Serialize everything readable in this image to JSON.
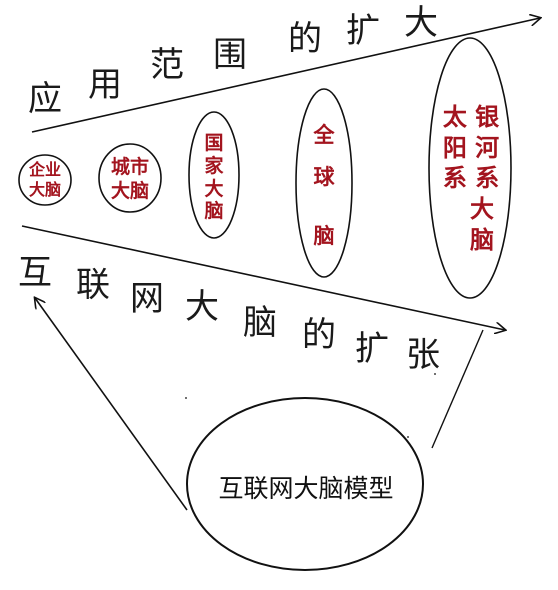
{
  "title_top": [
    "应",
    "用",
    "范",
    "围",
    "的",
    "扩",
    "大"
  ],
  "title_bottom": [
    "互",
    "联",
    "网",
    "大",
    "脑",
    "的",
    "扩",
    "张"
  ],
  "stages": [
    {
      "label_lines": [
        "企业",
        "大脑"
      ]
    },
    {
      "label_lines": [
        "城市",
        "大脑"
      ]
    },
    {
      "label_lines": [
        "国",
        "家",
        "大",
        "脑"
      ]
    },
    {
      "label_lines": [
        "全",
        "球",
        "",
        "脑"
      ]
    },
    {
      "label_lines": [
        "太 银",
        "阳 河",
        "系 系",
        "大",
        "脑"
      ]
    }
  ],
  "model": {
    "label": "互联网大脑模型"
  },
  "colors": {
    "label_red": "#a3141e",
    "ink": "#1a1a1a"
  }
}
